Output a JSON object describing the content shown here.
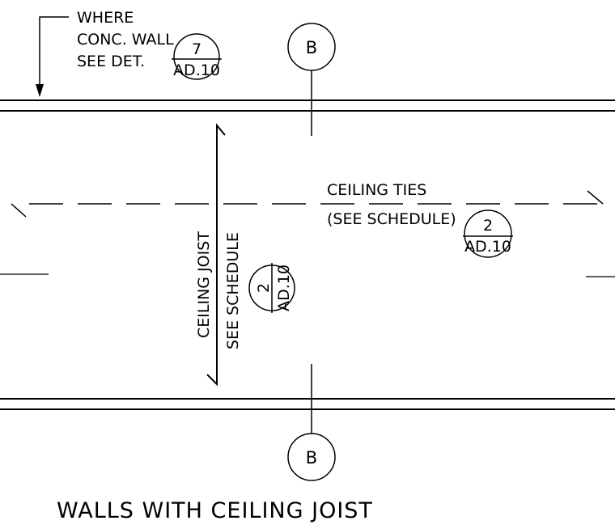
{
  "note": {
    "line1": "WHERE",
    "line2": "CONC. WALL",
    "line3": "SEE DET."
  },
  "detail_tags": {
    "top": {
      "number": "7",
      "sheet": "AD.10"
    },
    "ties": {
      "number": "2",
      "sheet": "AD.10"
    },
    "joist": {
      "number": "2",
      "sheet": "AD.10"
    }
  },
  "section_markers": {
    "top": "B",
    "bottom": "B"
  },
  "ceiling_ties": {
    "label": "CEILING TIES",
    "note": "(SEE SCHEDULE)"
  },
  "ceiling_joist": {
    "label": "CEILING JOIST",
    "note": "SEE SCHEDULE"
  },
  "title": "WALLS WITH CEILING JOIST",
  "colors": {
    "line": "#000000",
    "background": "#ffffff"
  }
}
